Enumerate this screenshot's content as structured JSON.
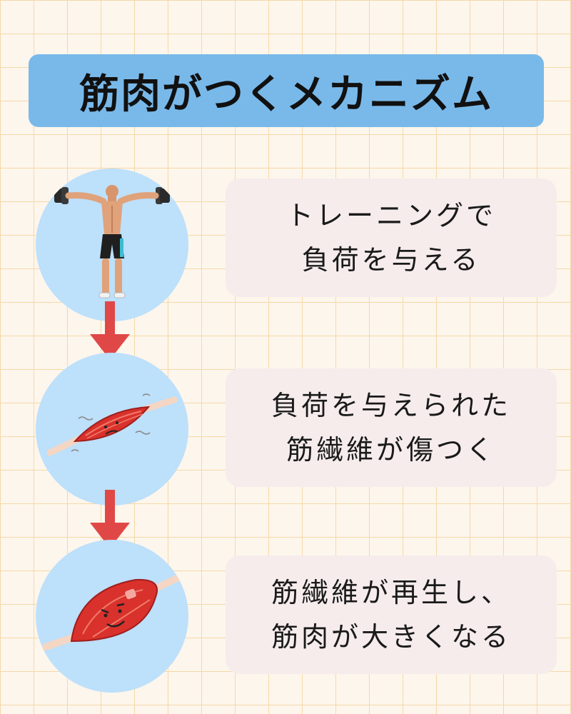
{
  "title": "筋肉がつくメカニズム",
  "steps": [
    {
      "icon": "dumbbell-lifter-icon",
      "lines": [
        "トレーニングで",
        "負荷を与える"
      ]
    },
    {
      "icon": "strained-muscle-icon",
      "lines": [
        "負荷を与えられた",
        "筋繊維が傷つく"
      ]
    },
    {
      "icon": "strong-muscle-icon",
      "lines": [
        "筋繊維が再生し、",
        "筋肉が大きくなる"
      ]
    }
  ],
  "colors": {
    "banner": "#79b9ea",
    "circle": "#bde0fb",
    "card": "#f6ecec",
    "arrow": "#e04848",
    "grid": "#f5d9a8"
  }
}
